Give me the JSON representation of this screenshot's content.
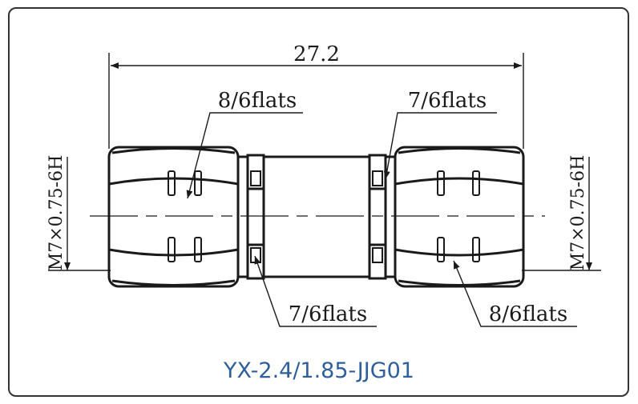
{
  "drawing": {
    "overall_dimension": "27.2",
    "left_flats_label": "8/6flats",
    "right_flats_label": "7/6flats",
    "bottom_left_flats_label": "7/6flats",
    "bottom_right_flats_label": "8/6flats",
    "left_thread_label": "M7×0.75-6H",
    "right_thread_label": "M7×0.75-6H"
  },
  "caption": {
    "part_number": "YX-2.4/1.85-JJG01"
  },
  "colors": {
    "line": "#1a1a1a",
    "caption": "#2f5f9a",
    "frame": "#333333"
  }
}
